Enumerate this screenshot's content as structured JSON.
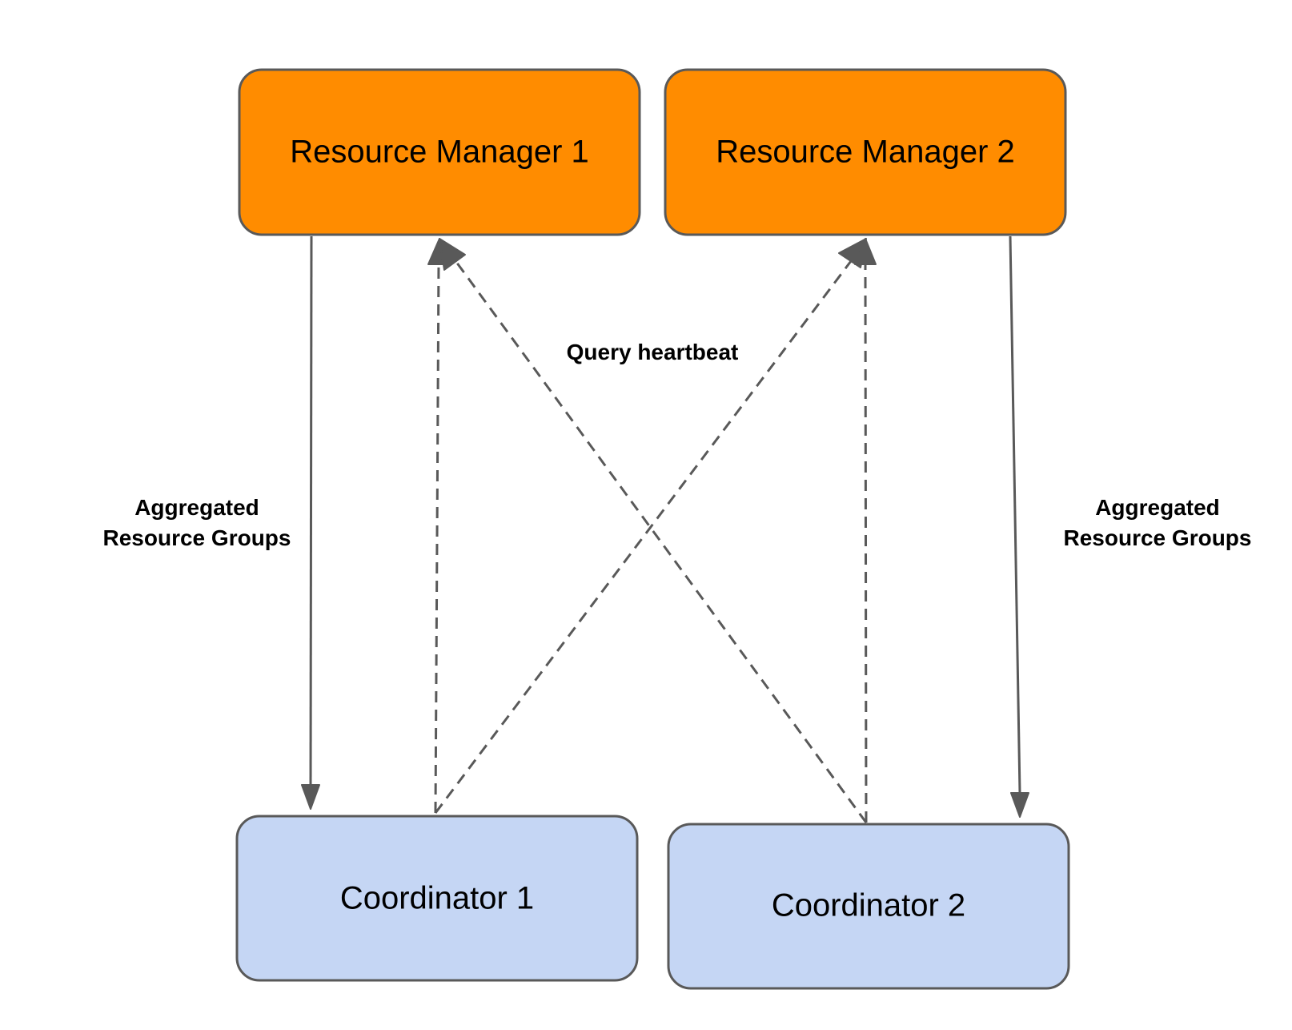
{
  "colors": {
    "resource_manager_fill": "#ff8c00",
    "coordinator_fill": "#c5d6f4",
    "border": "#595959",
    "edge": "#595959"
  },
  "nodes": {
    "rm1": {
      "label": "Resource Manager 1"
    },
    "rm2": {
      "label": "Resource Manager 2"
    },
    "c1": {
      "label": "Coordinator 1"
    },
    "c2": {
      "label": "Coordinator 2"
    }
  },
  "edges": {
    "left_groups": {
      "line1": "Aggregated",
      "line2": "Resource Groups"
    },
    "right_groups": {
      "line1": "Aggregated",
      "line2": "Resource Groups"
    },
    "heartbeat": {
      "label": "Query heartbeat"
    }
  }
}
